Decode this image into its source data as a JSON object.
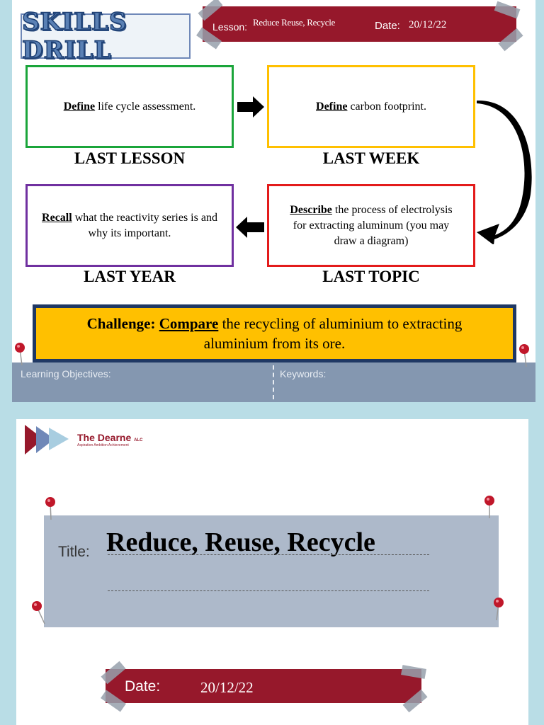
{
  "slide1": {
    "logo_text": "SKILLS DRILL",
    "banner": {
      "lesson_label": "Lesson:",
      "lesson_value": "Reduce Reuse, Recycle",
      "date_label": "Date:",
      "date_value": "20/12/22"
    },
    "boxes": [
      {
        "keyword": "Define",
        "text": " life cycle assessment.",
        "label": "LAST LESSON",
        "color": "#1aa53a"
      },
      {
        "keyword": "Define",
        "text": " carbon footprint.",
        "label": "LAST WEEK",
        "color": "#ffc000"
      },
      {
        "keyword": "Describe",
        "text": " the process of electrolysis for extracting aluminum (you may draw a diagram)",
        "label": "LAST TOPIC",
        "color": "#e31b1b"
      },
      {
        "keyword": "Recall",
        "text": " what the reactivity series is and why its important.",
        "label": "LAST YEAR",
        "color": "#7030a0"
      }
    ],
    "challenge": {
      "prefix": "Challenge: ",
      "keyword": "Compare",
      "text": " the recycling of aluminium to extracting aluminium from its ore."
    },
    "objectives_label": "Learning Objectives:",
    "keywords_label": "Keywords:"
  },
  "slide2": {
    "school_name": "The Dearne",
    "school_suffix": "ALC",
    "school_tagline": "Aspiration Ambition Achievement",
    "title_label": "Title:",
    "title_value": "Reduce, Reuse, Recycle",
    "date_label": "Date:",
    "date_value": "20/12/22"
  },
  "colors": {
    "brand_red": "#96182b",
    "challenge_fill": "#ffc000",
    "challenge_border": "#1f3864",
    "bar_grey": "#8497b0"
  }
}
